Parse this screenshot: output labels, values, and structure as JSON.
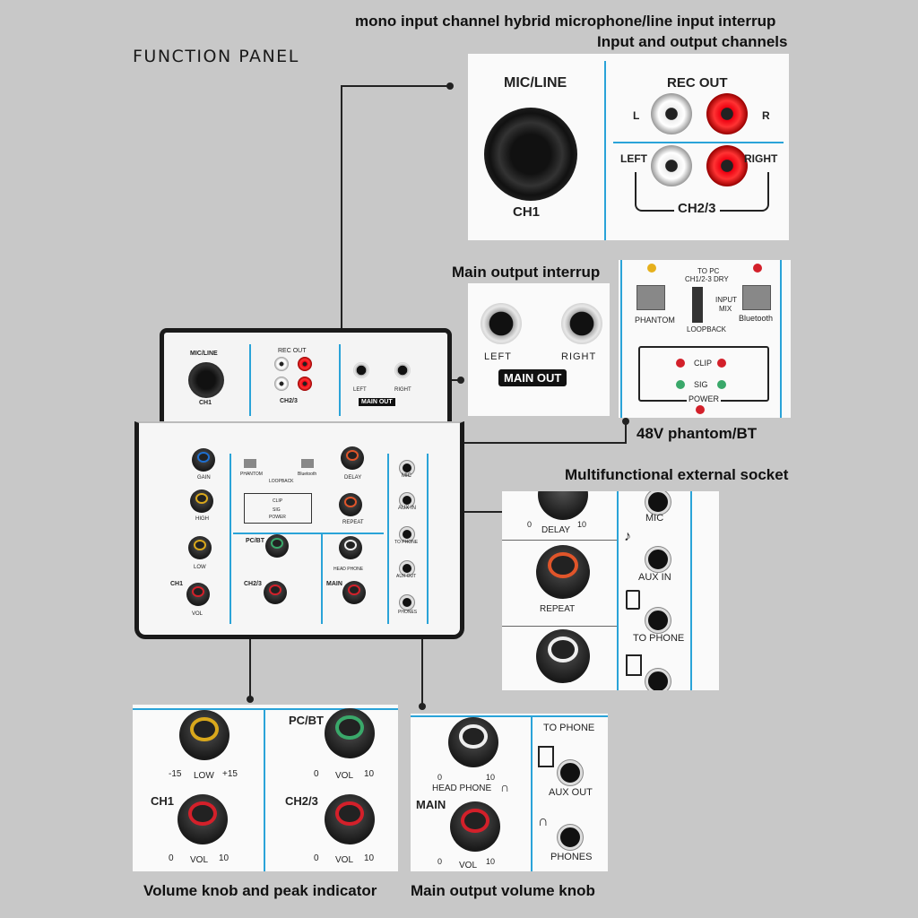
{
  "title": "FUNCTION PANEL",
  "captions": {
    "top_line1": "mono input channel hybrid microphone/line input interrup",
    "top_line2": "Input and output channels",
    "main_output": "Main output interrup",
    "phantom_bt": "48V phantom/BT",
    "multi_socket": "Multifunctional external socket",
    "volume_knob": "Volume knob and peak indicator",
    "main_volume": "Main output volume knob"
  },
  "input_panel": {
    "mic_line": "MIC/LINE",
    "ch1": "CH1",
    "rec_out": "REC OUT",
    "l": "L",
    "r": "R",
    "left": "LEFT",
    "right": "RIGHT",
    "ch23": "CH2/3"
  },
  "main_out_panel": {
    "left": "LEFT",
    "right": "RIGHT",
    "main_out": "MAIN OUT"
  },
  "phantom_panel": {
    "to_pc": "TO PC",
    "ch_dry": "CH1/2-3 DRY",
    "input": "INPUT",
    "mix": "MIX",
    "phantom": "PHANTOM",
    "bluetooth": "Bluetooth",
    "loopback": "LOOPBACK",
    "clip": "CLIP",
    "sig": "SIG",
    "power": "POWER"
  },
  "socket_panel": {
    "delay": "DELAY",
    "repeat": "REPEAT",
    "mic": "MIC",
    "aux_in": "AUX IN",
    "to_phone": "TO PHONE",
    "zero": "0",
    "ten": "10"
  },
  "volume_panel": {
    "minus15": "-15",
    "plus15": "+15",
    "low": "LOW",
    "pc_bt": "PC/BT",
    "vol": "VOL",
    "ch1": "CH1",
    "ch23": "CH2/3",
    "zero": "0",
    "ten": "10"
  },
  "main_vol_panel": {
    "to_phone": "TO PHONE",
    "head_phone": "HEAD PHONE",
    "aux_out": "AUX OUT",
    "main": "MAIN",
    "vol": "VOL",
    "phones": "PHONES",
    "zero": "0",
    "ten": "10"
  },
  "mixer": {
    "mic_line": "MIC/LINE",
    "ch1": "CH1",
    "rec_out": "REC OUT",
    "left": "LEFT",
    "right": "RIGHT",
    "ch23": "CH2/3",
    "main_out": "MAIN OUT",
    "gain": "GAIN",
    "high": "HIGH",
    "low": "LOW",
    "vol": "VOL",
    "phantom": "PHANTOM",
    "bluetooth": "Bluetooth",
    "loopback": "LOOPBACK",
    "delay": "DELAY",
    "repeat": "REPEAT",
    "head_phone": "HEAD PHONE",
    "mic": "MIC",
    "aux_in": "AUX IN",
    "to_phone": "TO PHONE",
    "aux_out": "AUX OUT",
    "phones": "PHONES",
    "pc_bt": "PC/BT",
    "main": "MAIN",
    "clip": "CLIP",
    "sig": "SIG",
    "power": "POWER"
  },
  "colors": {
    "accent_line": "#2aa3d8",
    "knob_blue": "#1e6fd0",
    "knob_yellow": "#d9a81c",
    "knob_red": "#d3202a",
    "knob_green": "#3aa86a",
    "knob_white": "#eeeeee",
    "knob_orange": "#e0552a"
  }
}
